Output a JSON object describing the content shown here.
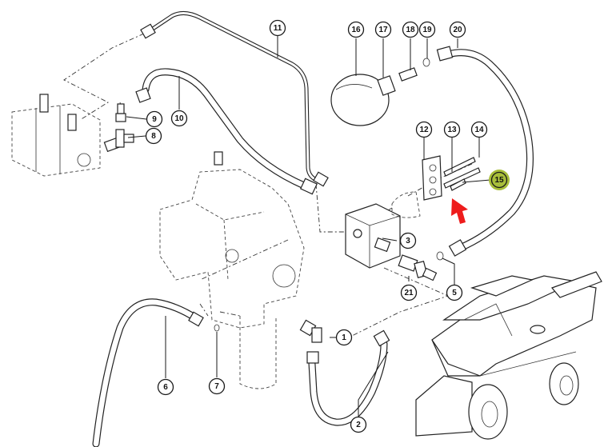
{
  "diagram": {
    "type": "exploded-parts-diagram",
    "subject": "hydraulic hose and fitting assembly with combine harvester location inset",
    "highlighted_callout": "15",
    "highlight_color": "#a8be3a",
    "pointer_arrow_color": "#ee1c1c",
    "callouts": [
      {
        "id": "c1",
        "label": "1"
      },
      {
        "id": "c2",
        "label": "2"
      },
      {
        "id": "c3",
        "label": "3"
      },
      {
        "id": "c5",
        "label": "5"
      },
      {
        "id": "c6",
        "label": "6"
      },
      {
        "id": "c7",
        "label": "7"
      },
      {
        "id": "c8",
        "label": "8"
      },
      {
        "id": "c9",
        "label": "9"
      },
      {
        "id": "c10",
        "label": "10"
      },
      {
        "id": "c11",
        "label": "11"
      },
      {
        "id": "c12",
        "label": "12"
      },
      {
        "id": "c13",
        "label": "13"
      },
      {
        "id": "c14",
        "label": "14"
      },
      {
        "id": "c15",
        "label": "15"
      },
      {
        "id": "c16",
        "label": "16"
      },
      {
        "id": "c17",
        "label": "17"
      },
      {
        "id": "c18",
        "label": "18"
      },
      {
        "id": "c19",
        "label": "19"
      },
      {
        "id": "c20",
        "label": "20"
      },
      {
        "id": "c21",
        "label": "21"
      }
    ]
  }
}
